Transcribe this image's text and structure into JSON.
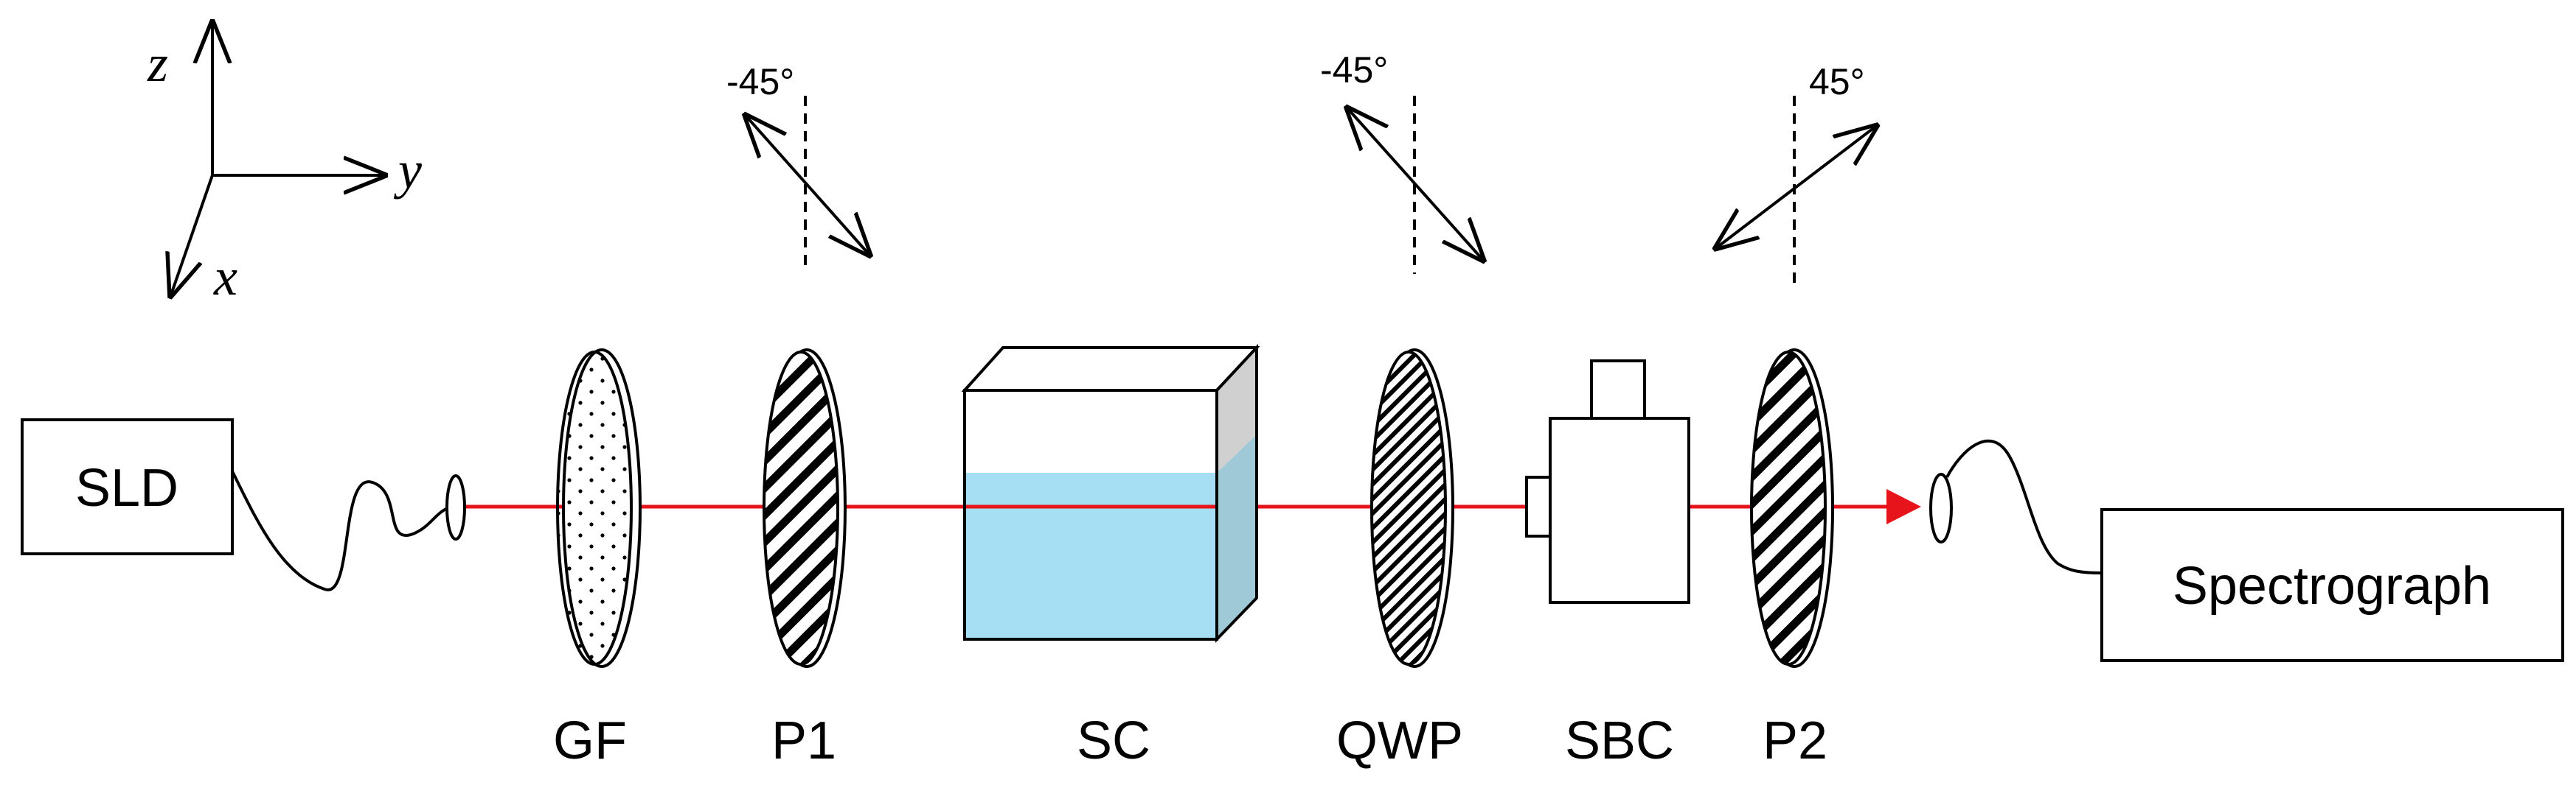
{
  "axes": {
    "z": "z",
    "y": "y",
    "x": "x"
  },
  "angles": {
    "p1": "-45°",
    "qwp": "-45°",
    "p2": "45°"
  },
  "components": {
    "sld": "SLD",
    "spectrograph": "Spectrograph",
    "gf": "GF",
    "p1": "P1",
    "sc": "SC",
    "qwp": "QWP",
    "sbc": "SBC",
    "p2": "P2"
  },
  "colors": {
    "beam": "#e8141c",
    "liquid": "#a6dff4",
    "cell_side_liquid": "#9fc9d6",
    "cell_side_top": "#d0d0d0"
  }
}
